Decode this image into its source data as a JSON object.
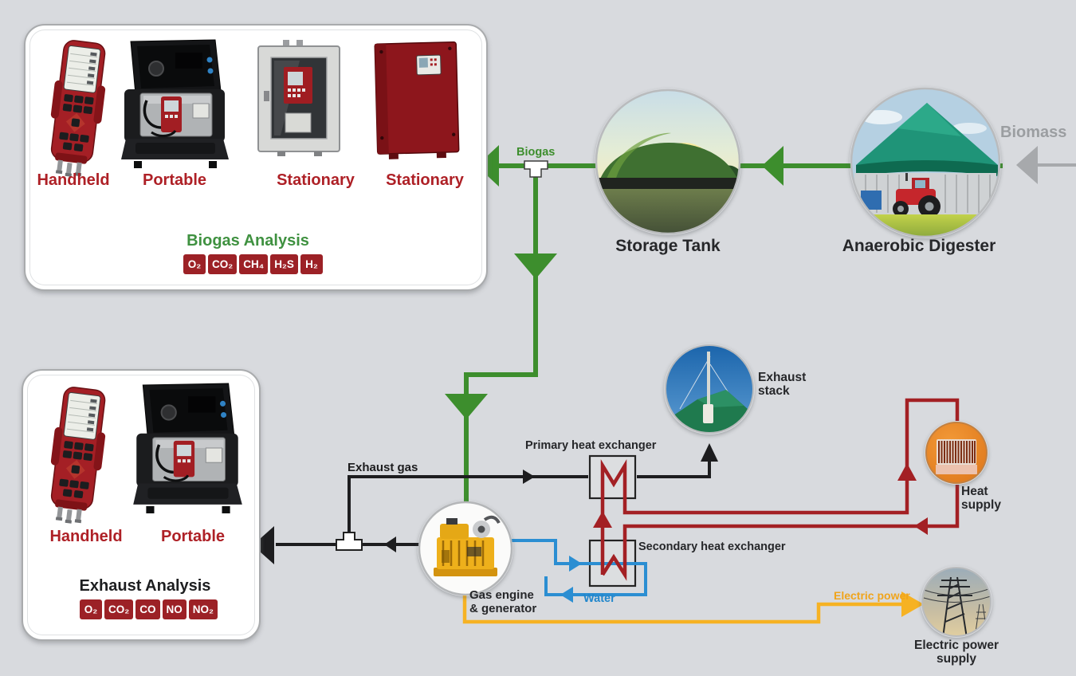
{
  "colors": {
    "background": "#d8dade",
    "biogas_green": "#3d8e2d",
    "exhaust_black": "#1d1d1f",
    "heat_dark_red": "#a32024",
    "water_blue": "#2b8ed2",
    "power_yellow": "#f6b223",
    "power_text_orange": "#f0a41b",
    "biomass_gray": "#a7a9ac",
    "badge_red": "#9c2126",
    "device_label_red": "#ae2026"
  },
  "panels": {
    "biogas": {
      "title": "Biogas Analysis",
      "device_labels": [
        "Handheld",
        "Portable",
        "Stationary",
        "Stationary"
      ],
      "badges": [
        "O₂",
        "CO₂",
        "CH₄",
        "H₂S",
        "H₂"
      ]
    },
    "exhaust": {
      "title": "Exhaust Analysis",
      "device_labels": [
        "Handheld",
        "Portable"
      ],
      "badges": [
        "O₂",
        "CO₂",
        "CO",
        "NO",
        "NO₂"
      ]
    }
  },
  "nodes": {
    "storage_tank": {
      "label": "Storage Tank"
    },
    "anaerobic_digester": {
      "label": "Anaerobic Digester"
    },
    "exhaust_stack": {
      "line1": "Exhaust",
      "line2": "stack"
    },
    "heat_supply": {
      "line1": "Heat",
      "line2": "supply"
    },
    "electric_power_supply": {
      "line1": "Electric power",
      "line2": "supply"
    },
    "gas_engine": {
      "line1": "Gas engine",
      "line2": "& generator"
    },
    "primary_heat_exchanger": {
      "label": "Primary heat exchanger"
    },
    "secondary_heat_exchanger": {
      "label": "Secondary heat exchanger"
    }
  },
  "flow_labels": {
    "biomass": "Biomass",
    "biogas": "Biogas",
    "exhaust_gas": "Exhaust gas",
    "water": "Water",
    "electric_power": "Electric power"
  }
}
